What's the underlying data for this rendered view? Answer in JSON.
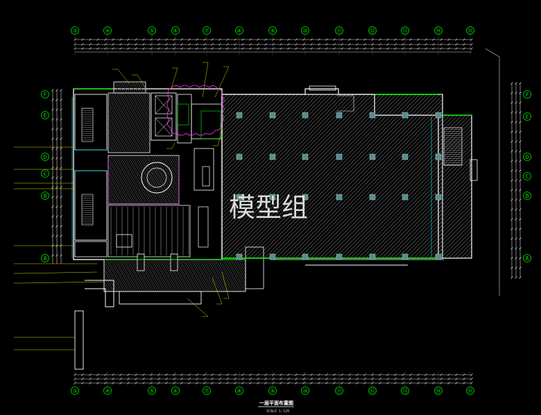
{
  "drawing": {
    "watermark": "模型组",
    "title": "一层平面布置图",
    "scale": "SCALE 1:120",
    "colors": {
      "background": "#000000",
      "wall": "#ffffff",
      "grid_bubble": "#00e000",
      "window": "#00ff00",
      "column": "#5a8c8c",
      "hatch": "#8a8a8a",
      "annotation": "#ffff00",
      "cyan": "#00e6e6",
      "magenta": "#ff3cff"
    },
    "grid_columns_top": [
      "③",
      "④",
      "⑤",
      "⑥",
      "⑦",
      "⑧",
      "⑨",
      "⑩",
      "⑪",
      "⑫",
      "⑬",
      "⑭",
      "⑮"
    ],
    "grid_columns_bottom": [
      "③",
      "④",
      "⑤",
      "⑥",
      "⑦",
      "⑧",
      "⑨",
      "⑩",
      "⑪",
      "⑫",
      "⑬",
      "⑭",
      "⑮"
    ],
    "grid_rows_left": [
      "F",
      "E",
      "D",
      "C",
      "B",
      "A"
    ],
    "grid_rows_right": [
      "F",
      "E",
      "D",
      "C",
      "B",
      "A"
    ]
  }
}
